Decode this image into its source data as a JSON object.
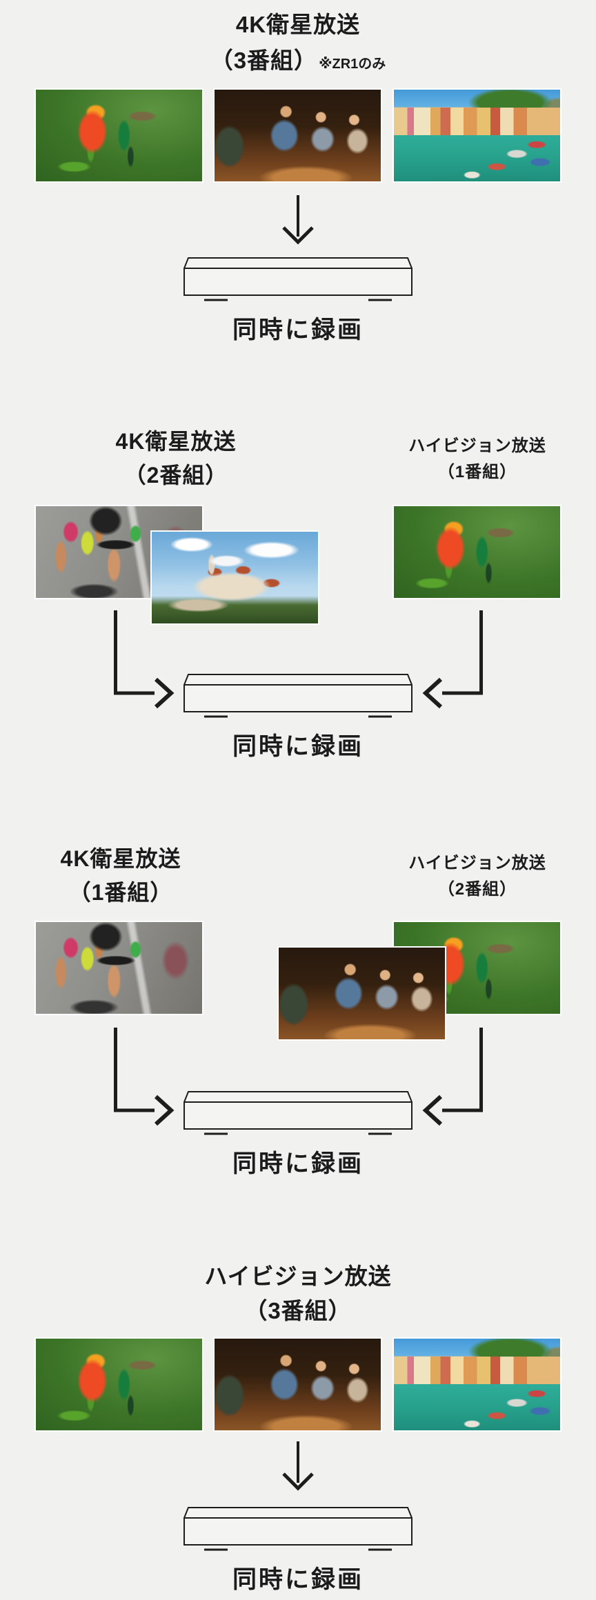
{
  "page": {
    "background": "#f1f1f0",
    "text_color": "#1b1b1b",
    "line_color": "#1d1d1b",
    "photo_border": "#ffffff"
  },
  "sections": [
    {
      "title": {
        "line1": "4K衛星放送",
        "line2": "（3番組）",
        "note": "※ZR1のみ"
      },
      "photos": [
        "hummingbird",
        "dinner-party",
        "harbor-village"
      ],
      "flow_icon": "down-arrow",
      "device_icon": "bd-recorder",
      "result_label": "同時に録画"
    },
    {
      "left_title": {
        "line1": "4K衛星放送",
        "line2": "（2番組）"
      },
      "right_title": {
        "line1": "ハイビジョン放送",
        "line2": "（1番組）"
      },
      "left_photos": [
        "cycling-race",
        "castle"
      ],
      "right_photos": [
        "hummingbird"
      ],
      "flow_icon": "merge-arrows",
      "device_icon": "bd-recorder",
      "result_label": "同時に録画"
    },
    {
      "left_title": {
        "line1": "4K衛星放送",
        "line2": "（1番組）"
      },
      "right_title": {
        "line1": "ハイビジョン放送",
        "line2": "（2番組）"
      },
      "left_photos": [
        "cycling-race"
      ],
      "right_photos": [
        "dinner-party",
        "hummingbird"
      ],
      "flow_icon": "merge-arrows",
      "device_icon": "bd-recorder",
      "result_label": "同時に録画"
    },
    {
      "title": {
        "line1": "ハイビジョン放送",
        "line2": "（3番組）"
      },
      "photos": [
        "hummingbird",
        "dinner-party",
        "harbor-village"
      ],
      "flow_icon": "down-arrow",
      "device_icon": "bd-recorder",
      "result_label": "同時に録画"
    }
  ]
}
